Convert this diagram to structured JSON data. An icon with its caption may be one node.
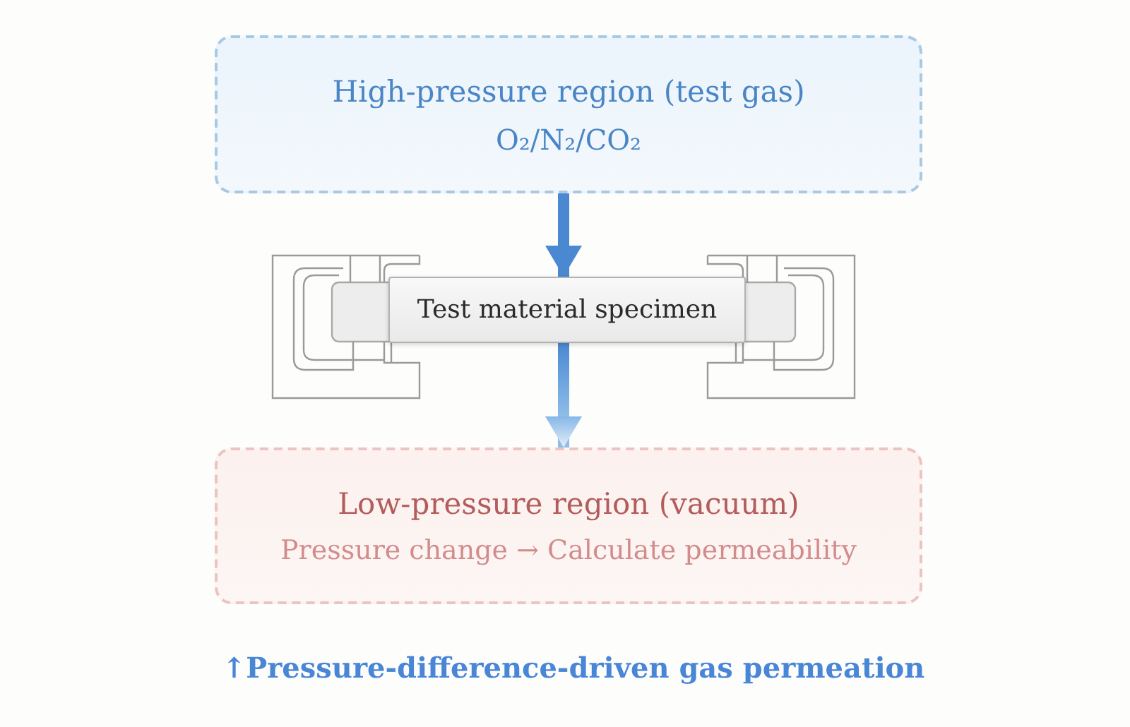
{
  "diagram": {
    "nodes": [
      {
        "text": [
          "High-pressure region (test gas)",
          "O₂/N₂/CO₂"
        ]
      },
      {
        "text": [
          "Test material specimen"
        ]
      },
      {
        "text": [
          "Low-pressure region (vacuum)",
          "Pressure change → Calculate permeability"
        ]
      }
    ],
    "edges": [
      {
        "from": 0,
        "to": 1,
        "arrow": "to"
      },
      {
        "from": 1,
        "to": 2,
        "arrow": "to"
      }
    ],
    "labels": [
      "↑Pressure-difference-driven gas permeation"
    ]
  }
}
